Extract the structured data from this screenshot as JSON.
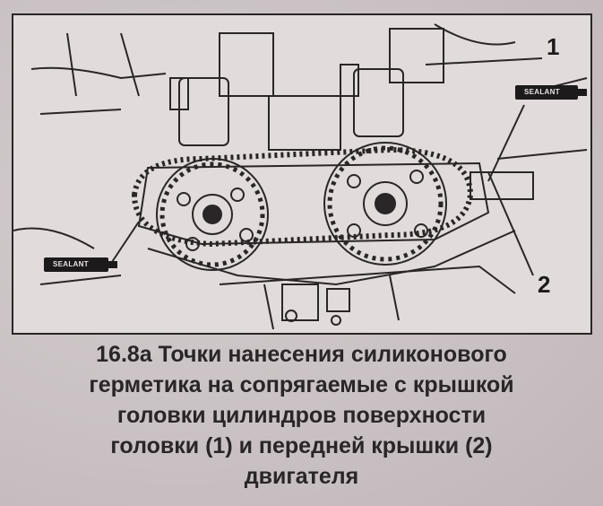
{
  "figure": {
    "label_1": "1",
    "label_2": "2",
    "tube_top": "SEALANT",
    "tube_left": "SEALANT"
  },
  "caption": {
    "line1": "16.8a Точки нанесения силиконового",
    "line2": "герметика на сопрягаемые с крышкой",
    "line3": "головки цилиндров поверхности",
    "line4": "головки (1) и передней крышки (2)",
    "line5": "двигателя"
  },
  "colors": {
    "ink": "#1e1a1b",
    "paper": "#e2dbdc",
    "background": "#ccc5c7"
  }
}
